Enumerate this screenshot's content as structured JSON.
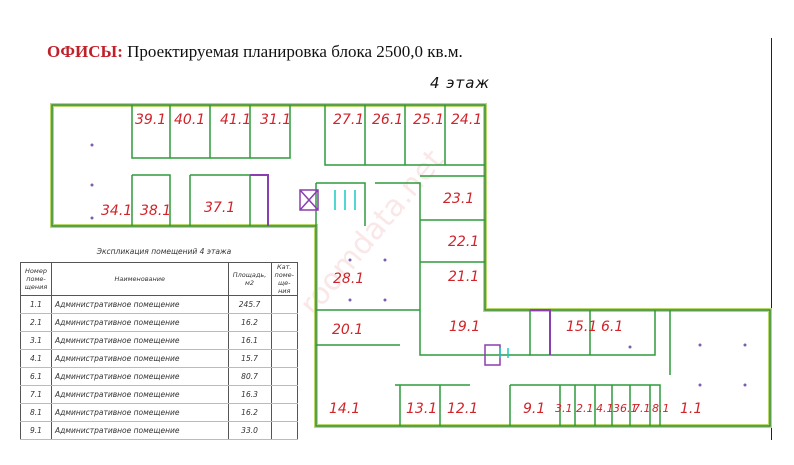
{
  "header": {
    "title_prefix": "ОФИСЫ:",
    "title_text": " Проектируемая планировка блока 2500,0 кв.м.",
    "floor_label": "4 этаж"
  },
  "rooms": [
    "39.1",
    "40.1",
    "41.1",
    "31.1",
    "27.1",
    "26.1",
    "25.1",
    "24.1",
    "34.1",
    "38.1",
    "37.1",
    "23.1",
    "22.1",
    "21.1",
    "28.1",
    "20.1",
    "19.1",
    "15.1",
    "6.1",
    "14.1",
    "13.1",
    "12.1",
    "9.1",
    "3.1",
    "2.1",
    "4.1",
    "36.1",
    "7.1",
    "8.1",
    "1.1"
  ],
  "explication": {
    "title": "Экспликация помещений 4 этажа",
    "headers": [
      "Номер поме-щения",
      "Наименование",
      "Площадь, м2",
      "Кат. поме-ще-ния"
    ],
    "rows": [
      {
        "num": "1.1",
        "name": "Административное помещение",
        "area": "245.7"
      },
      {
        "num": "2.1",
        "name": "Административное помещение",
        "area": "16.2"
      },
      {
        "num": "3.1",
        "name": "Административное помещение",
        "area": "16.1"
      },
      {
        "num": "4.1",
        "name": "Административное помещение",
        "area": "15.7"
      },
      {
        "num": "6.1",
        "name": "Административное помещение",
        "area": "80.7"
      },
      {
        "num": "7.1",
        "name": "Административное помещение",
        "area": "16.3"
      },
      {
        "num": "8.1",
        "name": "Административное помещение",
        "area": "16.2"
      },
      {
        "num": "9.1",
        "name": "Административное помещение",
        "area": "33.0"
      }
    ]
  },
  "colors": {
    "wall": "#2e9a3a",
    "outer": "#b9d86a",
    "label": "#d0232a",
    "accent": "#c0202a"
  }
}
